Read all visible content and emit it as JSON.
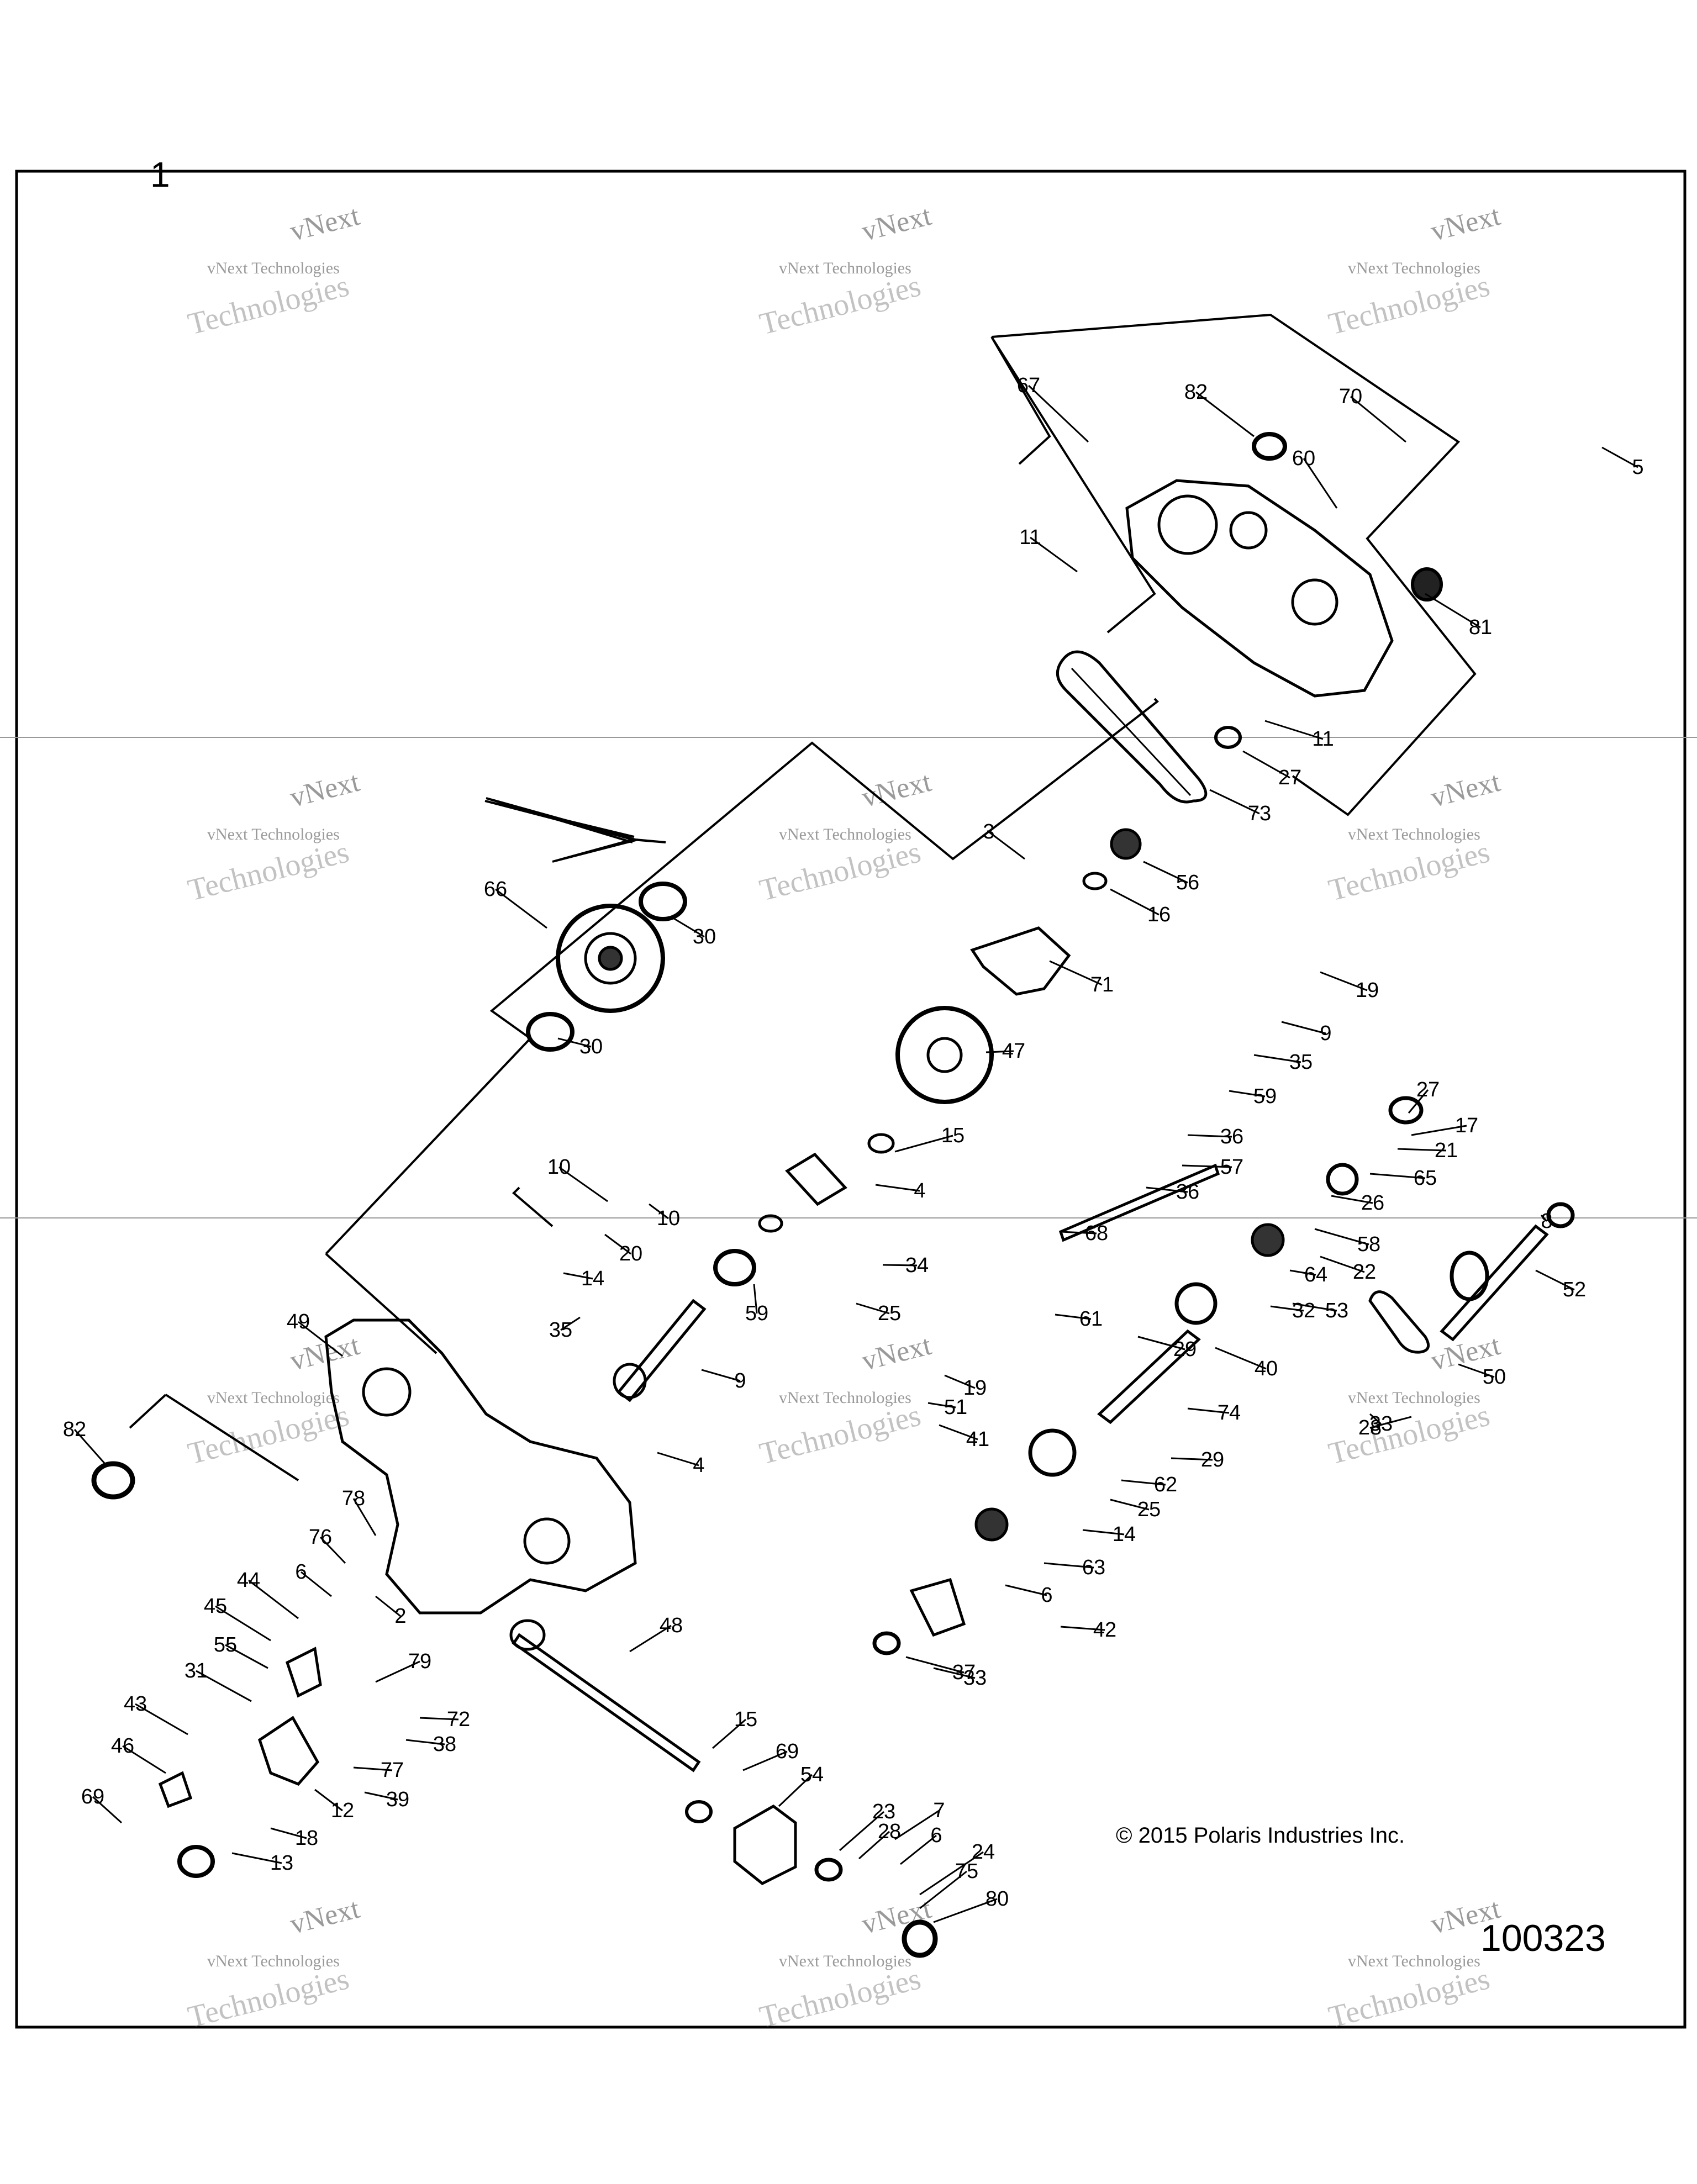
{
  "frame": {
    "sheet_number": "1",
    "figure_id": "100323",
    "copyright": "© 2015 Polaris Industries Inc."
  },
  "watermark": {
    "line1": "vNext",
    "line2": "vNext Technologies",
    "line3": "Technologies"
  },
  "callouts": [
    "67",
    "82",
    "70",
    "60",
    "5",
    "11",
    "81",
    "11",
    "27",
    "73",
    "3",
    "56",
    "16",
    "66",
    "30",
    "30",
    "71",
    "19",
    "9",
    "35",
    "47",
    "59",
    "27",
    "17",
    "15",
    "21",
    "36",
    "4",
    "65",
    "57",
    "26",
    "10",
    "36",
    "8",
    "10",
    "68",
    "58",
    "20",
    "34",
    "22",
    "64",
    "14",
    "53",
    "25",
    "32",
    "59",
    "61",
    "52",
    "35",
    "29",
    "40",
    "49",
    "9",
    "19",
    "50",
    "51",
    "74",
    "28",
    "33",
    "41",
    "82",
    "4",
    "29",
    "62",
    "25",
    "78",
    "14",
    "76",
    "63",
    "2",
    "6",
    "6",
    "44",
    "45",
    "42",
    "48",
    "33",
    "55",
    "37",
    "79",
    "31",
    "15",
    "69",
    "43",
    "72",
    "38",
    "54",
    "46",
    "77",
    "28",
    "7",
    "23",
    "69",
    "39",
    "12",
    "6",
    "24",
    "18",
    "75",
    "80",
    "13"
  ]
}
